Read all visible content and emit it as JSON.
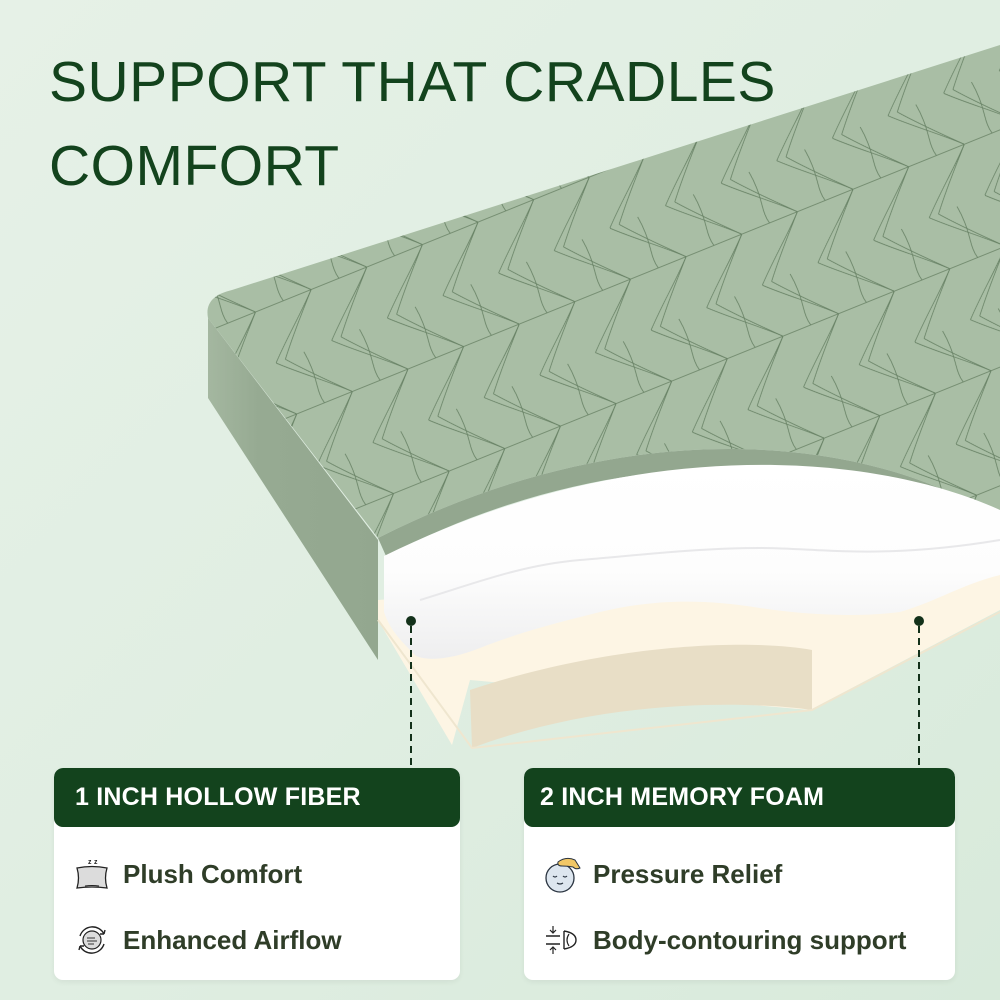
{
  "headline": {
    "line1": "SUPPORT THAT CRADLES",
    "line2": "COMFORT"
  },
  "colors": {
    "brand_dark_green": "#13431d",
    "mattress_top": "#a9bea5",
    "mattress_side": "#97ab93",
    "fiber_layer": "#ffffff",
    "foam_layer": "#fdf5e4",
    "foam_shadow": "#e8dec6",
    "feature_text": "#2f3d28"
  },
  "layers": [
    {
      "title": "1 INCH HOLLOW FIBER",
      "features": [
        {
          "icon": "pillow-sleep-icon",
          "label": "Plush Comfort"
        },
        {
          "icon": "airflow-cycle-icon",
          "label": "Enhanced Airflow"
        }
      ]
    },
    {
      "title": "2 INCH MEMORY FOAM",
      "features": [
        {
          "icon": "relaxed-face-hand-icon",
          "label": "Pressure Relief"
        },
        {
          "icon": "body-contour-compress-icon",
          "label": "Body-contouring support"
        }
      ]
    }
  ]
}
